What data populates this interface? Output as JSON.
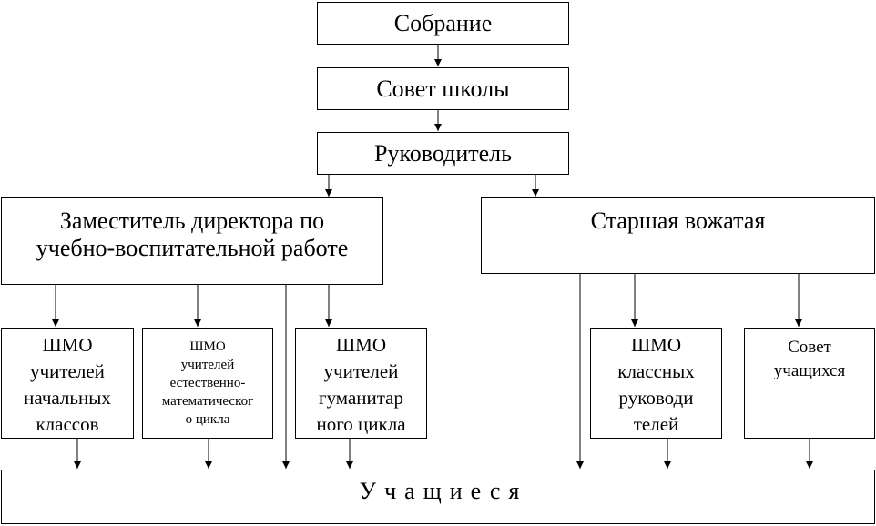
{
  "boxes": {
    "assembly": "Собрание",
    "school_council": "Совет школы",
    "head": "Руководитель",
    "deputy": "Заместитель директора по\nучебно-воспитательной работе",
    "senior_counselor": "Старшая вожатая",
    "mo_primary": "ШМО\nучителей\nначальных\nклассов",
    "mo_science": "ШМО\nучителей\nестественно-\nматематическог\nо цикла",
    "mo_humanities": "ШМО\nучителей\nгуманитар\nного цикла",
    "mo_class_teachers": "ШМО\nклассных\nруководи\nтелей",
    "student_council": "Совет\nучащихся",
    "students": "Учащиеся"
  }
}
